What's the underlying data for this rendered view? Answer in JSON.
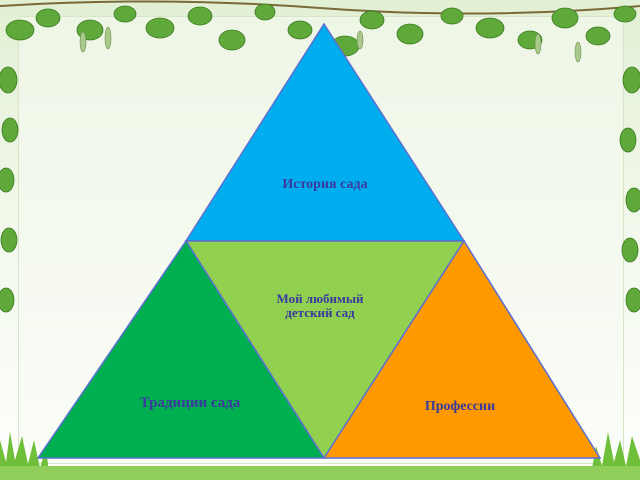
{
  "diagram": {
    "top_label": "История сада",
    "center_label": "Мой любимый\nдетский сад",
    "left_label": "Традиции сада",
    "right_label": "Профессии"
  },
  "colors": {
    "top": "#00aeef",
    "center": "#92d050",
    "left": "#00b050",
    "right": "#ff9900",
    "label": "#3a3a9e",
    "leaf": "#5fa83a",
    "grass": "#6fbf3a"
  }
}
